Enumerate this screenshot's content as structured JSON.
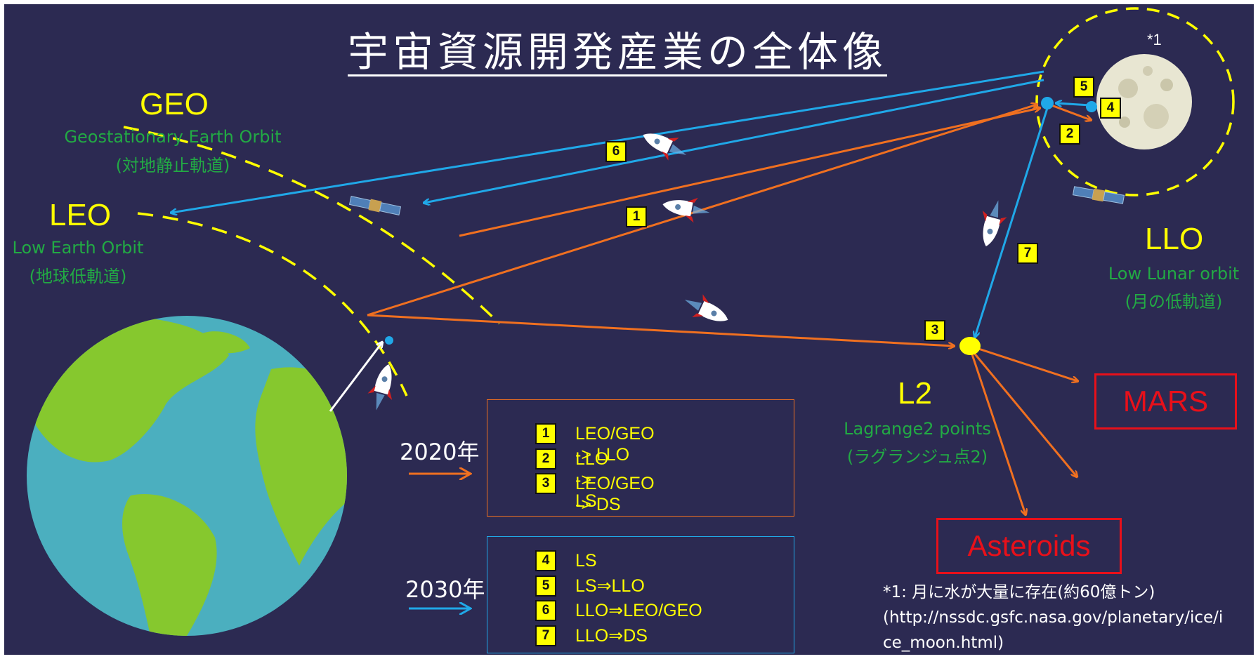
{
  "title": "宇宙資源開発産業の全体像",
  "orbits": {
    "geo": {
      "abbr": "GEO",
      "name": "Geostationary Earth Orbit",
      "ja": "(対地静止軌道)"
    },
    "leo": {
      "abbr": "LEO",
      "name": "Low Earth Orbit",
      "ja": "(地球低軌道)"
    },
    "llo": {
      "abbr": "LLO",
      "name": "Low Lunar orbit",
      "ja": "(月の低軌道)"
    },
    "l2": {
      "abbr": "L2",
      "name": "Lagrange2 points",
      "ja": "(ラグランジュ点2)"
    }
  },
  "moon_note_marker": "*1",
  "route_badges": [
    "1",
    "2",
    "3",
    "4",
    "5",
    "6",
    "7"
  ],
  "legend_2020": {
    "year": "2020年",
    "color": "#f07020",
    "items": [
      {
        "num": "1",
        "label": "LEO/GEO -> LLO"
      },
      {
        "num": "2",
        "label": "LLO -> LS"
      },
      {
        "num": "3",
        "label": "LEO/GEO -> DS"
      }
    ]
  },
  "legend_2030": {
    "year": "2030年",
    "color": "#20a8e8",
    "items": [
      {
        "num": "4",
        "label": "LS"
      },
      {
        "num": "5",
        "label": "LS⇒LLO"
      },
      {
        "num": "6",
        "label": "LLO⇒LEO/GEO"
      },
      {
        "num": "7",
        "label": "LLO⇒DS"
      }
    ]
  },
  "destinations": {
    "mars": "MARS",
    "asteroids": "Asteroids"
  },
  "footnote": {
    "line1": "*1: 月に水が大量に存在(約60億トン)",
    "line2": "(http://nssdc.gsfc.nasa.gov/planetary/ice/i",
    "line3": "ce_moon.html)"
  },
  "colors": {
    "background": "#2c2a52",
    "orbit_dash": "#ffff00",
    "route_2020": "#f07020",
    "route_2030": "#20a8e8",
    "label_green": "#22aa44",
    "destination_red": "#e8101a"
  }
}
